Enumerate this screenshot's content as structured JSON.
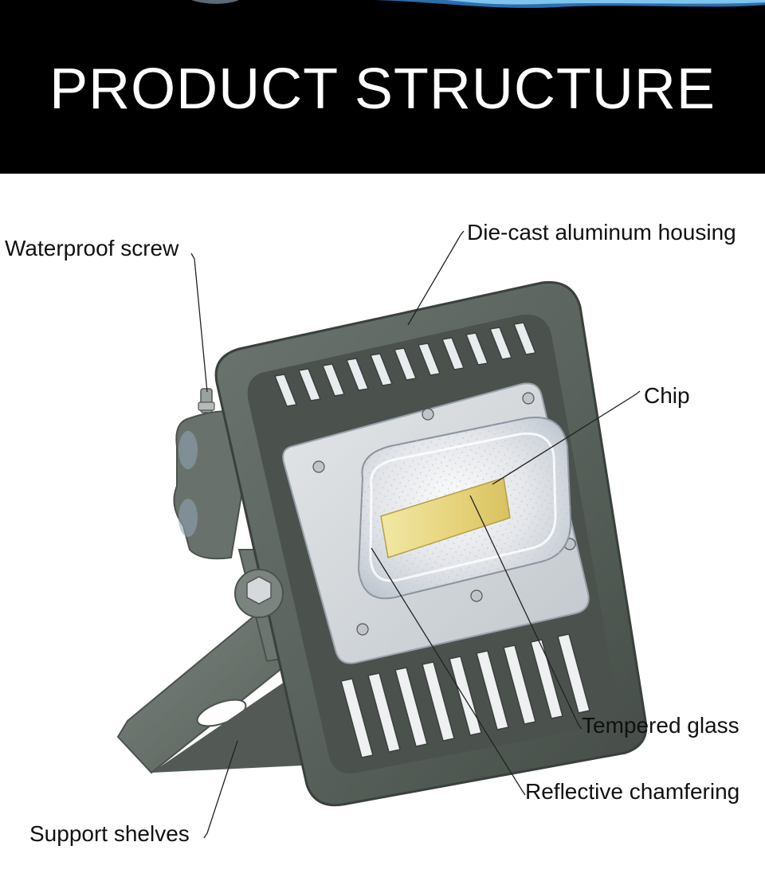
{
  "header": {
    "title": "PRODUCT STRUCTURE"
  },
  "callouts": {
    "waterproof_screw": "Waterproof screw",
    "housing": "Die-cast aluminum housing",
    "chip": "Chip",
    "tempered_glass": "Tempered glass",
    "reflective_chamfering": "Reflective chamfering",
    "support_shelves": "Support shelves"
  },
  "colors": {
    "banner": "#000000",
    "banner_text": "#ffffff",
    "housing": "#5d6660",
    "housing_dark": "#3f4641",
    "chip": "#e7d680",
    "label_text": "#111111"
  }
}
